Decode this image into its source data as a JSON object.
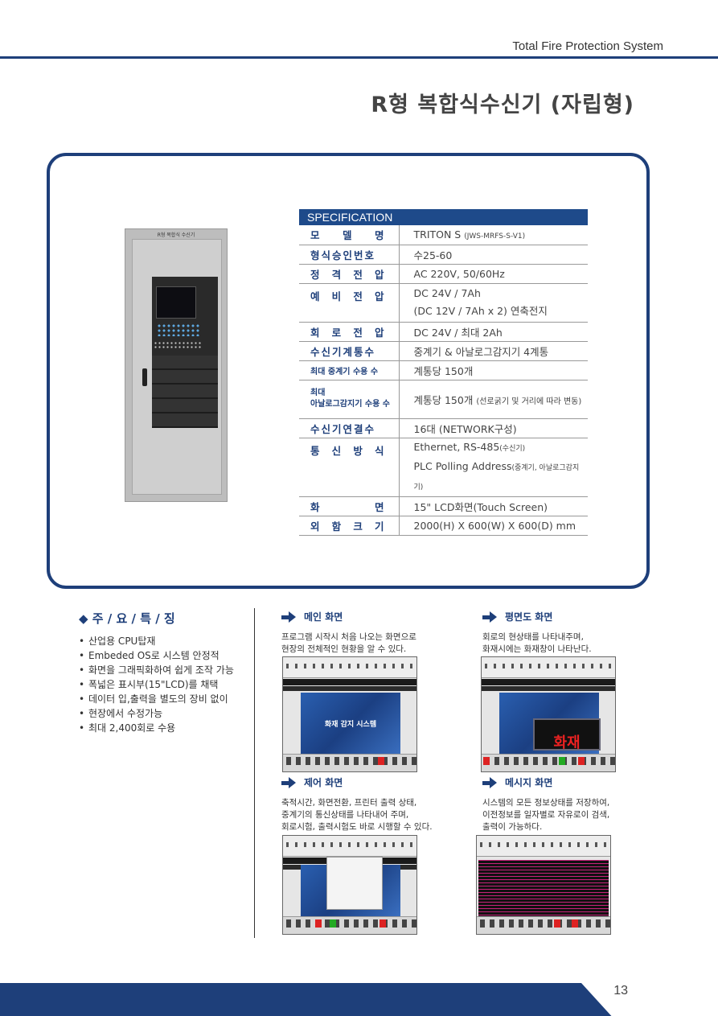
{
  "header": {
    "brand": "Total Fire Protection System"
  },
  "title": "R형 복합식수신기 (자립형)",
  "cabinet": {
    "label": "R형 복합식 수신기"
  },
  "spec": {
    "heading": "SPECIFICATION",
    "rows": [
      {
        "label": "모 델 명",
        "value": "TRITON S",
        "value_small": "(JWS-MRFS-S-V1)"
      },
      {
        "label": "형식승인번호",
        "value": "수25-60"
      },
      {
        "label": "정 격 전 압",
        "value": "AC 220V, 50/60Hz"
      },
      {
        "label": "예 비 전 압",
        "value": "DC 24V / 7Ah",
        "value2": "(DC 12V / 7Ah x 2) 연축전지"
      },
      {
        "label": "회 로 전 압",
        "value": "DC 24V / 최대 2Ah"
      },
      {
        "label": "수신기계통수",
        "value": "중계기 & 아날로그감지기 4계통"
      },
      {
        "label": "최대 중계기 수용 수",
        "value": "계통당 150개"
      },
      {
        "label": "최대",
        "label2": "아날로그감지기 수용 수",
        "value": "계통당 150개",
        "value_small": "(선로굵기 및 거리에 따라 변동)"
      },
      {
        "label": "수신기연결수",
        "value": "16대 (NETWORK구성)"
      },
      {
        "label": "통 신 방 식",
        "value": "Ethernet, RS-485",
        "value_small": "(수신기)",
        "value2": "PLC Polling Address",
        "value2_small": "(중계기, 아날로그감지기)"
      },
      {
        "label": "화 면",
        "value": "15\" LCD화면(Touch Screen)"
      },
      {
        "label": "외 함 크 기",
        "value": "2000(H) X 600(W) X 600(D) mm"
      }
    ]
  },
  "features": {
    "title": "◆ 주 / 요 / 특 / 징",
    "items": [
      "산업용 CPU탑재",
      "Embeded OS로 시스템 안정적",
      "화면을 그래픽화하여 쉽게 조작 가능",
      "폭넓은 표시부(15\"LCD)를 채택",
      "데이터 입,출력을 별도의 장비 없이",
      "최대 2,400회로 수용"
    ],
    "item4_cont": "현장에서 수정가능"
  },
  "screens": {
    "main": {
      "title": "메인 화면",
      "desc1": "프로그램 시작시 처음 나오는 화면으로",
      "desc2": "현장의 전체적인 현황을 알 수 있다.",
      "screen_text": "화재 감지 시스템"
    },
    "floor": {
      "title": "평면도 화면",
      "desc1": "회로의 현상태를 나타내주며,",
      "desc2": "화재시에는 화재창이 나타난다.",
      "fire_text": "화재"
    },
    "control": {
      "title": "제어 화면",
      "desc1": "축적시간, 화면전환, 프린터 출력 상태,",
      "desc2": "중계기의 통신상태를 나타내어 주며,",
      "desc3": "회로시험, 출력시험도 바로 시행할 수 있다."
    },
    "message": {
      "title": "메시지 화면",
      "desc1": "시스템의 모든 정보상태를 저장하여,",
      "desc2": "이전정보를 일자별로 자유로이 검색,",
      "desc3": "출력이 가능하다."
    }
  },
  "page_number": "13",
  "colors": {
    "primary": "#1e3f7a",
    "table_header": "#1e4a8a",
    "fire_red": "#e22222"
  }
}
